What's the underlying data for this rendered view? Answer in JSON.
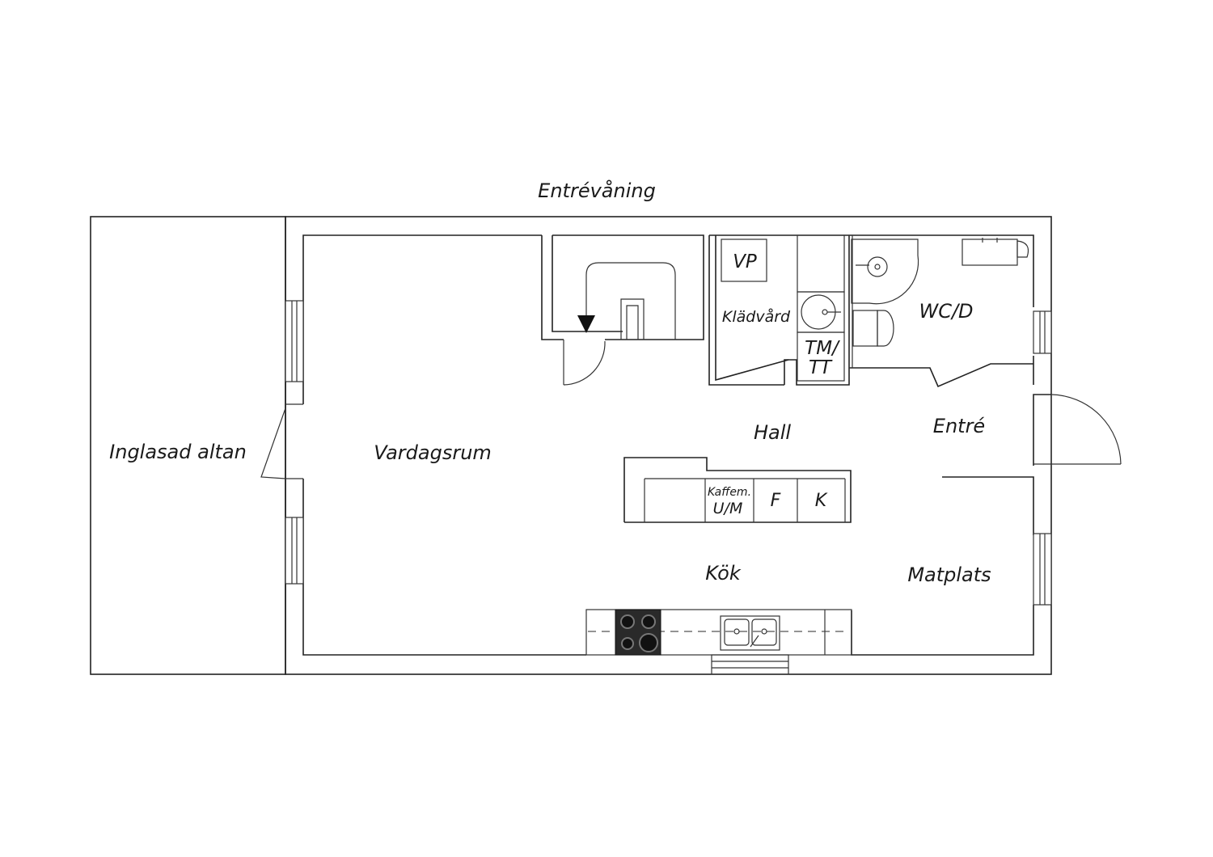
{
  "plan": {
    "title": "Entrévåning",
    "rooms": {
      "inglasad_altan": "Inglasad altan",
      "vardagsrum": "Vardagsrum",
      "hall": "Hall",
      "entre": "Entré",
      "kok": "Kök",
      "matplats": "Matplats",
      "kladvard": "Klädvård",
      "wc_d": "WC/D"
    },
    "fixtures": {
      "vp": "VP",
      "tm": "TM/",
      "tt": "TT",
      "kaffem": "Kaffem.",
      "um": "U/M",
      "f": "F",
      "k": "K"
    }
  }
}
